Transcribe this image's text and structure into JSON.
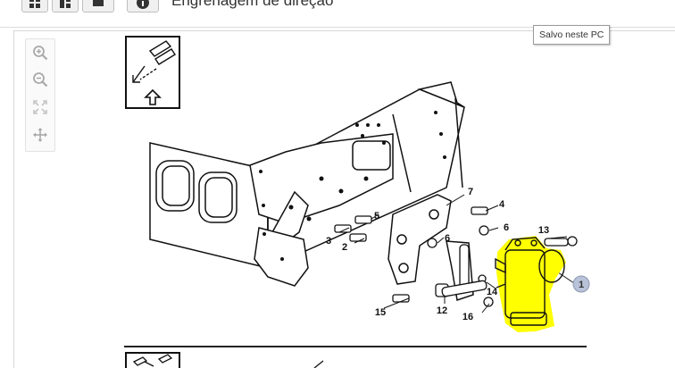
{
  "header": {
    "title": "Engrenagem de direção"
  },
  "tooltip": {
    "text": "Salvo neste PC"
  },
  "zoom_toolbar": {
    "buttons": [
      {
        "icon": "zoom-in-icon"
      },
      {
        "icon": "zoom-out-icon"
      },
      {
        "icon": "fit-to-screen-icon"
      },
      {
        "icon": "pan-icon"
      }
    ]
  },
  "diagram": {
    "callouts": [
      "1",
      "2",
      "3",
      "4",
      "5",
      "6",
      "6",
      "7",
      "12",
      "13",
      "14",
      "15",
      "16"
    ],
    "highlight_color": "#ffff00",
    "callout1_fill": "#b8c2d8"
  }
}
